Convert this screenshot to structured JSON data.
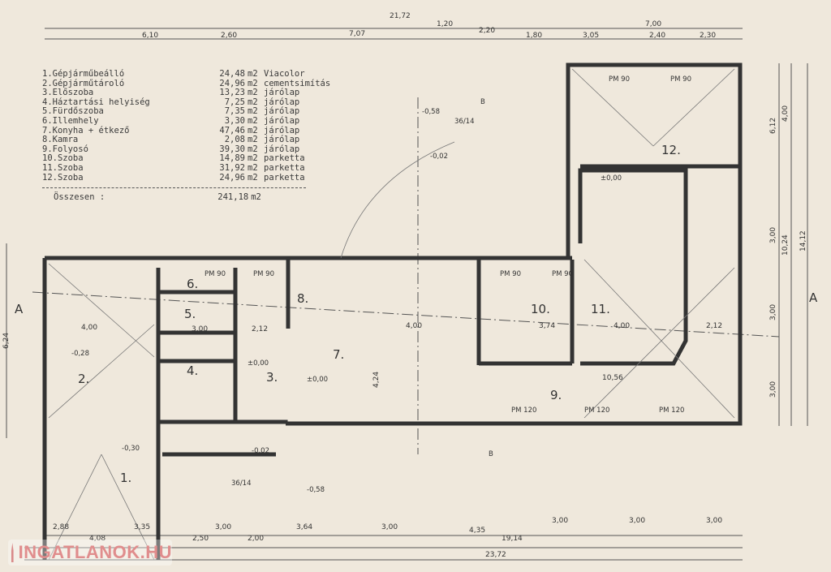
{
  "room_schedule": [
    {
      "name": "1.Gépjárműbeálló",
      "area": "24,48",
      "unit": "m2",
      "floor": "Viacolor"
    },
    {
      "name": "2.Gépjárműtároló",
      "area": "24,96",
      "unit": "m2",
      "floor": "cementsimítás"
    },
    {
      "name": "3.Előszoba",
      "area": "13,23",
      "unit": "m2",
      "floor": "járólap"
    },
    {
      "name": "4.Háztartási helyiség",
      "area": "7,25",
      "unit": "m2",
      "floor": "járólap"
    },
    {
      "name": "5.Fürdőszoba",
      "area": "7,35",
      "unit": "m2",
      "floor": "járólap"
    },
    {
      "name": "6.Illemhely",
      "area": "3,30",
      "unit": "m2",
      "floor": "járólap"
    },
    {
      "name": "7.Konyha + étkező",
      "area": "47,46",
      "unit": "m2",
      "floor": "járólap"
    },
    {
      "name": "8.Kamra",
      "area": "2,08",
      "unit": "m2",
      "floor": "járólap"
    },
    {
      "name": "9.Folyosó",
      "area": "39,30",
      "unit": "m2",
      "floor": "járólap"
    },
    {
      "name": "10.Szoba",
      "area": "14,89",
      "unit": "m2",
      "floor": "parketta"
    },
    {
      "name": "11.Szoba",
      "area": "31,92",
      "unit": "m2",
      "floor": "parketta"
    },
    {
      "name": "12.Szoba",
      "area": "24,96",
      "unit": "m2",
      "floor": "parketta"
    }
  ],
  "total": {
    "label": "Összesen :",
    "area": "241,18",
    "unit": "m2"
  },
  "room_numbers": [
    "1.",
    "2.",
    "3.",
    "4.",
    "5.",
    "6.",
    "7.",
    "8.",
    "9.",
    "10.",
    "11.",
    "12."
  ],
  "dimensions_top": [
    "21,72",
    "6,10",
    "2,60",
    "7,07",
    "1,20",
    "2,20",
    "1,80",
    "3,05",
    "2,40",
    "2,30",
    "7,00"
  ],
  "dimensions_bottom": [
    "2,88",
    "4,08",
    "3,35",
    "2,50",
    "3,00",
    "2,00",
    "3,64",
    "3,00",
    "4,35",
    "19,14",
    "3,00",
    "3,00",
    "3,00",
    "23,72"
  ],
  "dimensions_right": [
    "6,12",
    "4,00",
    "10,24",
    "14,12",
    "3,00",
    "3,00",
    "3,00"
  ],
  "dimensions_inner": [
    "4,00",
    "3,00",
    "2,12",
    "4,00",
    "3,74",
    "4,00",
    "2,12",
    "10,56",
    "4,24",
    "6,24"
  ],
  "elevations": [
    "-0,58",
    "-0,02",
    "±0,00",
    "-0,28",
    "-0,30",
    "±0,00",
    "±0,00",
    "-0,02",
    "-0,58"
  ],
  "section_labels": [
    "A",
    "A",
    "B",
    "B"
  ],
  "window_tags": [
    "PM 90",
    "PM 90",
    "PM 90",
    "PM 90",
    "PM 120",
    "PM 120",
    "PM 120",
    "PM 90",
    "PM 90"
  ],
  "stair_labels": [
    "36/14",
    "36/14"
  ],
  "watermark": "INGATLANOK.HU",
  "colors": {
    "paper": "#efe8dc",
    "ink": "#3a3a3a",
    "watermark": "#e08d8d"
  }
}
